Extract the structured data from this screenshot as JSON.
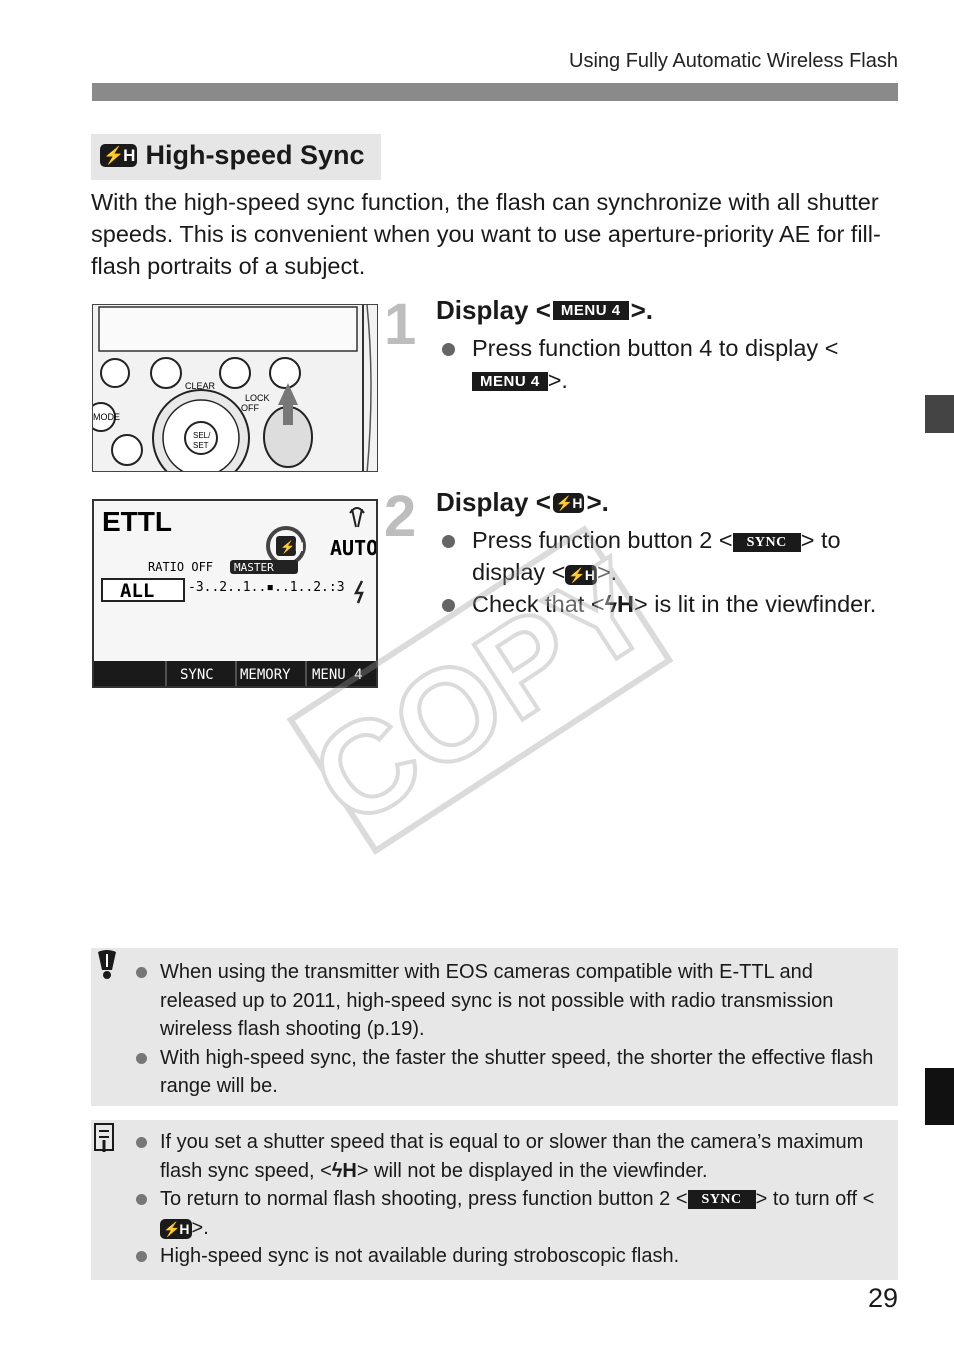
{
  "header": {
    "running_title": "Using Fully Automatic Wireless Flash"
  },
  "section": {
    "title": "High-speed Sync",
    "icon": "high-speed-sync-icon",
    "intro": "With the high-speed sync function, the flash can synchronize with all shutter speeds. This is convenient when you want to use aperture-priority AE for fill-flash portraits of a subject."
  },
  "icons": {
    "hs_glyph": "⚡H",
    "flash_h": "ϟH"
  },
  "steps": [
    {
      "number": "1",
      "title_prefix": "Display <",
      "title_tag": "MENU 4",
      "title_suffix": ">.",
      "bullets": [
        {
          "text_before": "Press function button 4 to display <",
          "tag": "MENU 4",
          "text_after": ">."
        }
      ],
      "image": {
        "labels": {
          "clear": "CLEAR",
          "lock": "LOCK",
          "off": "OFF",
          "mode": "MODE",
          "sel": "SEL/",
          "set": "SET"
        }
      }
    },
    {
      "number": "2",
      "title_prefix": "Display <",
      "title_suffix": ">.",
      "bullets": [
        {
          "text_before": "Press function button 2 <",
          "tag": "SYNC",
          "text_mid": "> to display <",
          "text_after": ">."
        },
        {
          "text_before": "Check that <",
          "text_after": "> is lit in the viewfinder."
        }
      ],
      "lcd": {
        "mode": "ETTL",
        "auto": "AUTO",
        "ratio": "RATIO OFF",
        "master": "MASTER",
        "group": "ALL",
        "scale": "-3..2..1..▪..1..2.:3",
        "buttons": [
          "",
          "SYNC",
          "MEMORY",
          "MENU 4"
        ]
      }
    }
  ],
  "caution": {
    "icon": "caution-icon",
    "items": [
      "When using the transmitter with EOS cameras compatible with E-TTL and released up to 2011, high-speed sync is not possible with radio transmission wireless flash shooting (p.19).",
      "With high-speed sync, the faster the shutter speed, the shorter the effective flash range will be."
    ]
  },
  "note": {
    "icon": "memo-icon",
    "items": [
      {
        "text_before": "If you set a shutter speed that is equal to or slower than the camera’s maximum flash sync speed, <",
        "text_after": "> will not be displayed in the viewfinder."
      },
      {
        "text_before": "To return to normal flash shooting, press function button 2 <",
        "tag": "SYNC",
        "text_mid": "> to turn off <",
        "text_after": ">."
      },
      {
        "text": "High-speed sync is not available during stroboscopic flash."
      }
    ]
  },
  "watermark": "COPY",
  "page_number": "29",
  "colors": {
    "accent_gray": "#8a8a8a",
    "box_gray": "#e7e7e7",
    "step_num_gray": "#bdbdbd"
  }
}
